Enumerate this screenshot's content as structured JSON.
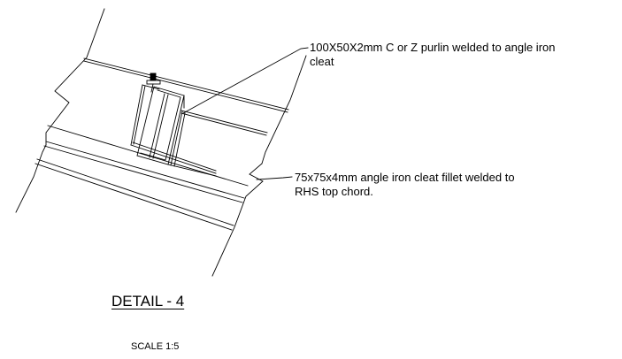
{
  "annotations": {
    "purlin": [
      "100X50X2mm C or Z purlin welded to angle iron",
      "cleat"
    ],
    "cleat": [
      "75x75x4mm angle iron cleat fillet welded to",
      "RHS top chord."
    ]
  },
  "detail_title": "DETAIL - 4",
  "scale": "SCALE 1:5",
  "colors": {
    "line": "#000000",
    "background": "#ffffff"
  }
}
